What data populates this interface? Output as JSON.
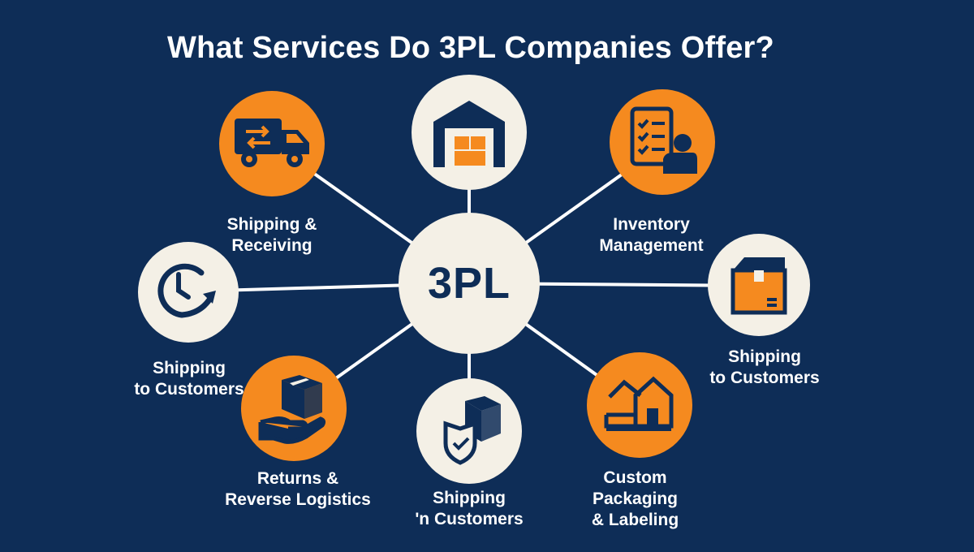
{
  "title": "What Services Do 3PL Companies Offer?",
  "hub": {
    "label": "3PL"
  },
  "colors": {
    "background": "#0e2d57",
    "accent": "#f58a1f",
    "cream": "#f4f0e6",
    "navy": "#0e2d57"
  },
  "services": {
    "shipping_receiving": {
      "icon": "delivery-truck-icon",
      "lines": [
        "Shipping &",
        "Receiving"
      ]
    },
    "warehousing": {
      "icon": "warehouse-icon",
      "lines": []
    },
    "inventory": {
      "icon": "inventory-checklist-icon",
      "lines": [
        "Inventory",
        "Management"
      ]
    },
    "time_shipping": {
      "icon": "clock-arrow-icon",
      "lines": [
        "Shipping",
        "to Customers"
      ]
    },
    "box_shipping": {
      "icon": "package-box-icon",
      "lines": [
        "Shipping",
        "to Customers"
      ]
    },
    "returns": {
      "icon": "hand-box-icon",
      "lines": [
        "Returns &",
        "Reverse Logistics"
      ]
    },
    "secure_shipping": {
      "icon": "shield-box-icon",
      "lines": [
        "Shipping",
        "'n Customers"
      ]
    },
    "packaging": {
      "icon": "packaging-label-icon",
      "lines": [
        "Custom",
        "Packaging",
        "& Labeling"
      ]
    }
  }
}
